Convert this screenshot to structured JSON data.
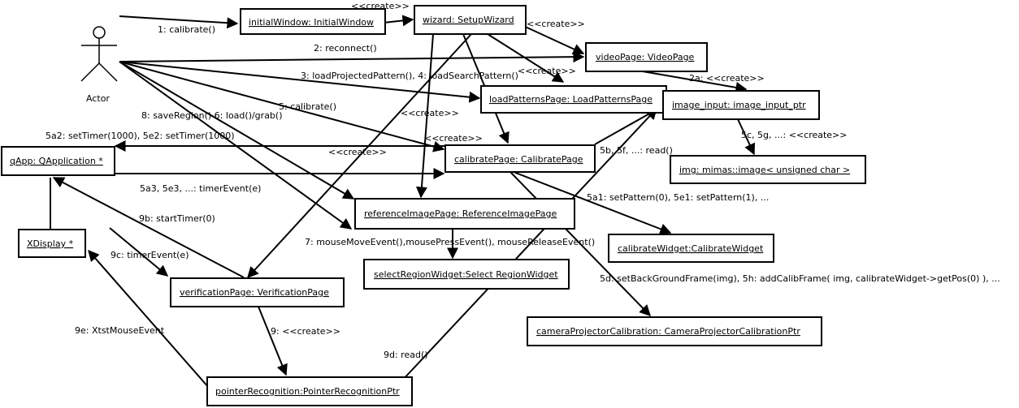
{
  "actor": {
    "label": "Actor"
  },
  "objects": {
    "initialWindow": "initialWindow: InitialWindow",
    "wizard": "wizard: SetupWizard",
    "videoPage": "videoPage: VideoPage",
    "loadPatternsPage": "loadPatternsPage: LoadPatternsPage",
    "image_input": "image_input: image_input_ptr",
    "img": "img: mimas::image< unsigned char >",
    "qApp": "qApp: QApplication *",
    "calibratePage": "calibratePage: CalibratePage",
    "referenceImagePage": "referenceImagePage: ReferenceImagePage",
    "calibrateWidget": "calibrateWidget:CalibrateWidget",
    "selectRegionWidget": "selectRegionWidget:Select RegionWidget",
    "xDisplay": "XDisplay *",
    "verificationPage": "verificationPage: VerificationPage",
    "cameraProjectorCalibration": "cameraProjectorCalibration: CameraProjectorCalibrationPtr",
    "pointerRecognition": "pointerRecognition:PointerRecognitionPtr"
  },
  "messages": {
    "m1": "1: calibrate()",
    "create_top": "<<create>>",
    "create_video": "<<create>>",
    "m2": "2: reconnect()",
    "create_load": "<<create>>",
    "m2a": "2a: <<create>>",
    "m3": "3: loadProjectedPattern(), 4: loadSearchPattern()",
    "create_ref": "<<create>>",
    "m8_6": "8: saveRegion()    6: load()/grab()",
    "m5": "5: calibrate()",
    "m5c": "5c, 5g, ...: <<create>>",
    "create_cal": "<<create>>",
    "m5a2": "5a2: setTimer(1000), 5e2: setTimer(1000)",
    "create_qapp": "<<create>>",
    "m5b": "5b, 5f, ...: read()",
    "m5a3": "5a3, 5e3, ...: timerEvent(e)",
    "m5a1": "5a1: setPattern(0), 5e1: setPattern(1), ...",
    "m9b": "9b: startTimer(0)",
    "m7": "7: mouseMoveEvent(),mousePressEvent(), mouseReleaseEvent()",
    "m9c": "9c: timerEvent(e)",
    "m5d": "5d: setBackGroundFrame(img), 5h: addCalibFrame( img, calibrateWidget->getPos(0) ), ...",
    "m9e": "9e: XtstMouseEvent",
    "m9": "9: <<create>>",
    "m9d": "9d: read()"
  }
}
